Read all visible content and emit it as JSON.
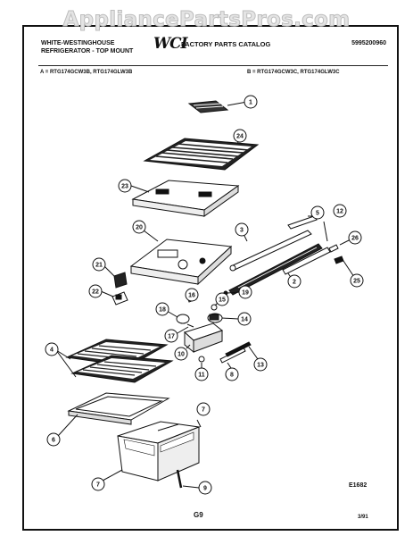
{
  "watermark": "AppliancePartsPros.com",
  "header": {
    "brand_line1": "WHITE-WESTINGHOUSE",
    "brand_line2": "REFRIGERATOR - TOP MOUNT",
    "logo": "WCI",
    "catalog_title": "FACTORY PARTS CATALOG",
    "part_number": "5995200960"
  },
  "models": {
    "a": "A = RTG174GCW3B, RTG174GLW3B",
    "b": "B = RTG174GCW3C, RTG174GLW3C"
  },
  "callouts": [
    "1",
    "24",
    "23",
    "3",
    "5",
    "12",
    "26",
    "20",
    "2",
    "25",
    "21",
    "22",
    "18",
    "16",
    "15",
    "19",
    "14",
    "17",
    "10",
    "11",
    "8",
    "13",
    "4",
    "6",
    "7",
    "7",
    "9"
  ],
  "footer": {
    "diagram_code": "E1682",
    "page": "G9",
    "date": "3/91"
  }
}
